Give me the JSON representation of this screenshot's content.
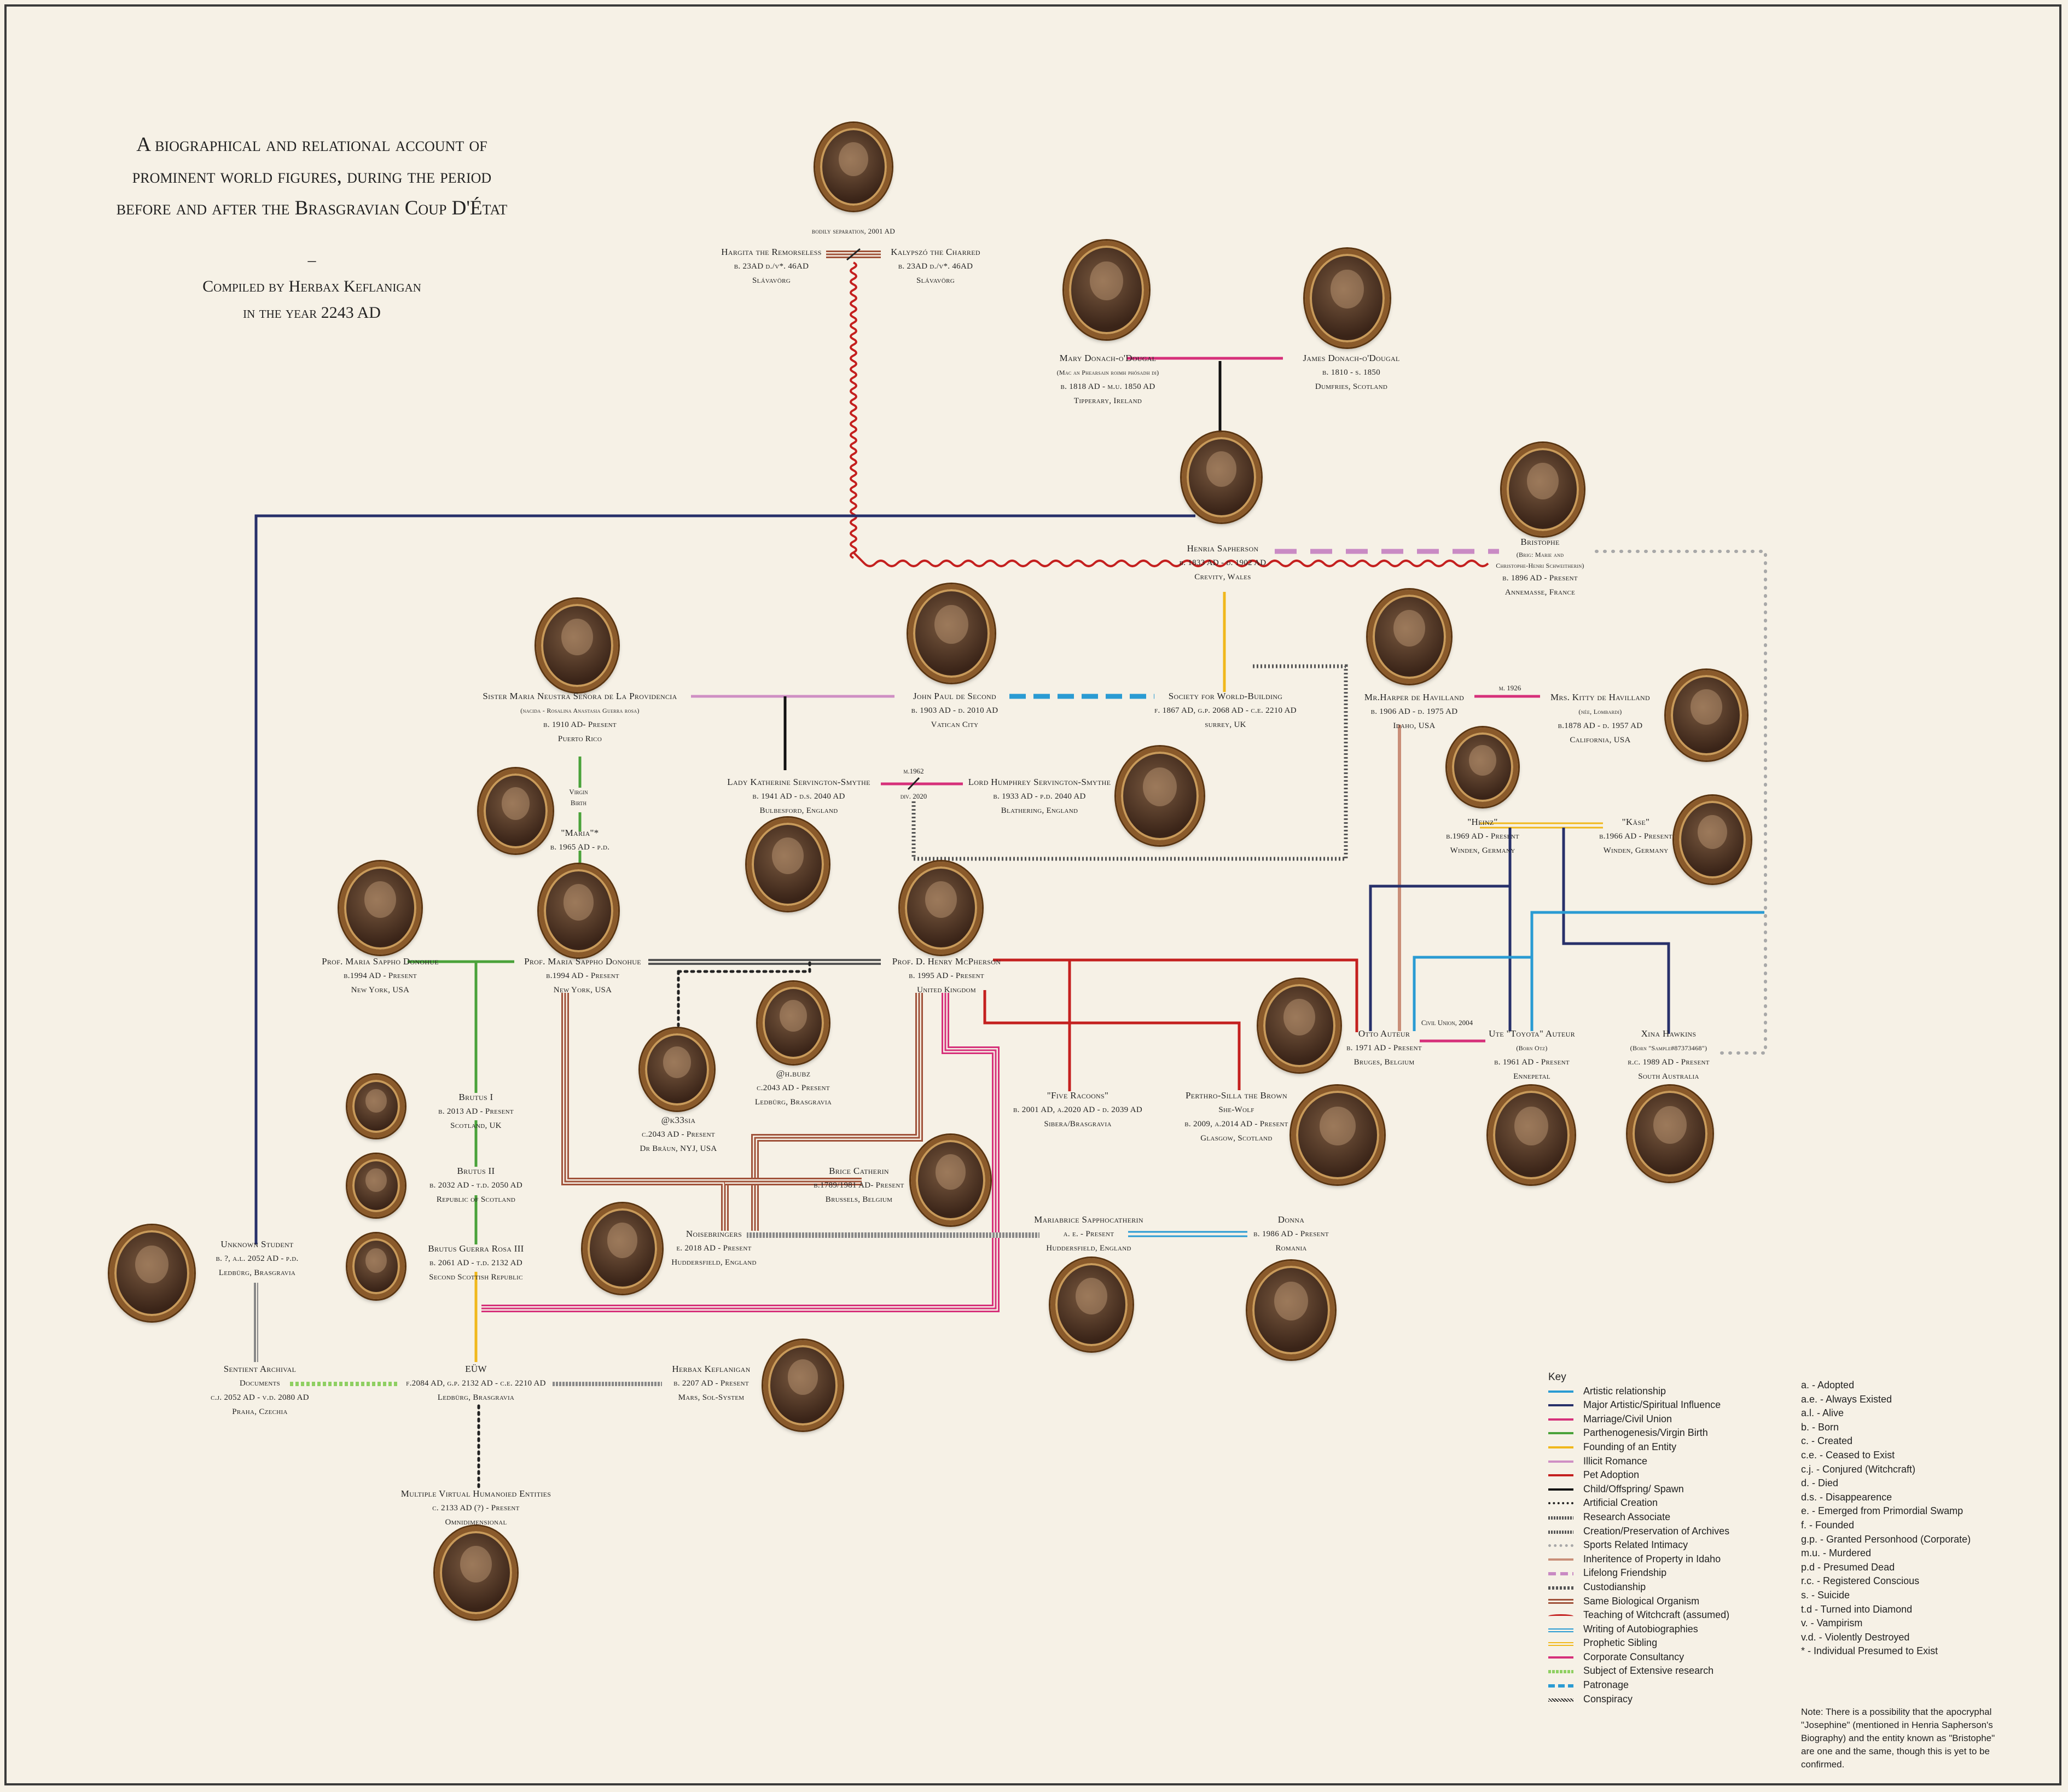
{
  "title": {
    "line1": "A biographical and relational account of",
    "line2": "prominent world figures, during the period",
    "line3": "before and after the Brasgravian Coup D'État",
    "dash": "–",
    "compiled1": "Compiled by Herbax Keflanigan",
    "compiled2": "in the year 2243 AD"
  },
  "people": {
    "hargita": {
      "name": "Hargita the Remorseless",
      "l1": "b. 23AD d./v*. 46AD",
      "l2": "Slávavörg"
    },
    "kalypszo": {
      "name": "Kalypszó the Charred",
      "l1": "b. 23AD d./v*. 46AD",
      "l2": "Slávavörg"
    },
    "bodily": {
      "name": "bodily separation, 2001 AD"
    },
    "mary": {
      "name": "Mary Donach-o'Dougal",
      "l1": "(Mac an Phearsain roimh phósadh di)",
      "l2": "b. 1818 AD - m.u. 1850 AD",
      "l3": "Tipperary, Ireland"
    },
    "james": {
      "name": "James Donach-o'Dougal",
      "l1": "b. 1810 - s. 1850",
      "l2": "Dumfries, Scotland"
    },
    "henria": {
      "name": "Henria Sapherson",
      "l1": "b. 1833 AD - d. 1902 AD",
      "l2": "Crevity, Wales"
    },
    "bristophe": {
      "name": "Bristophe",
      "l1": "(Brig: Marie and",
      "l2": "Christophe-Henri Schweitherin)",
      "l3": "b. 1896 AD - Present",
      "l4": "Annemasse, France"
    },
    "sister": {
      "name": "Sister Maria Neustra Señora de La Providencia",
      "l1": "(nacida - Rosalina Anastasia Guerra rosa)",
      "l2": "b. 1910 AD- Present",
      "l3": "Puerto Rico"
    },
    "jp2": {
      "name": "John Paul de Second",
      "l1": "b. 1903 AD - d. 2010 AD",
      "l2": "Vatican City"
    },
    "society": {
      "name": "Society for World-Building",
      "l1": "f. 1867 AD, g.p. 2068 AD - c.e. 2210 AD",
      "l2": "surrey, UK"
    },
    "harper": {
      "name": "Mr.Harper de Havilland",
      "l1": "b. 1906 AD - d. 1975 AD",
      "l2": "Idaho, USA"
    },
    "kitty": {
      "name": "Mrs. Kitty de Havilland",
      "l1": "(née, Lombardi)",
      "l2": "b.1878 AD - d. 1957 AD",
      "l3": "California, USA"
    },
    "katherine": {
      "name": "Lady Katherine Servington-Smythe",
      "l1": "b. 1941 AD - d.s. 2040 AD",
      "l2": "Bulbesford, England"
    },
    "humphrey": {
      "name": "Lord Humphrey Servington-Smythe",
      "l1": "b. 1933 AD - p.d. 2040 AD",
      "l2": "Blathering, England"
    },
    "maria": {
      "name": "\"Maria\"*",
      "l1": "b. 1965 AD - p.d."
    },
    "heinz": {
      "name": "\"Heinz\"",
      "l1": "b.1969 AD - Present",
      "l2": "Winden, Germany"
    },
    "kase": {
      "name": "\"Käse\"",
      "l1": "b.1966 AD - Present",
      "l2": "Winden, Germany"
    },
    "donohue1": {
      "name": "Prof. Maria Sappho Donohue",
      "l1": "b.1994 AD - Present",
      "l2": "New York, USA"
    },
    "donohue2": {
      "name": "Prof. Maria Sappho Donohue",
      "l1": "b.1994 AD - Present",
      "l2": "New York, USA"
    },
    "mcpherson": {
      "name": "Prof. D. Henry McPherson",
      "l1": "b. 1995 AD - Present",
      "l2": "United Kingdom"
    },
    "otto": {
      "name": "Otto Auteur",
      "l1": "b. 1971 AD - Present",
      "l2": "Bruges, Belgium"
    },
    "ute": {
      "name": "Ute \"Toyota\" Auteur",
      "l1": "(Born Otz)",
      "l2": "b. 1961 AD - Present",
      "l3": "Ennepetal"
    },
    "xina": {
      "name": "Xina Hawkins",
      "l1": "(Born \"Sample#87373468\")",
      "l2": "r.c. 1989 AD - Present",
      "l3": "South Australia"
    },
    "hbubz": {
      "name": "@h.bubz",
      "l1": "c.2043 AD - Present",
      "l2": "Ledbürg, Brasgravia"
    },
    "k33sia": {
      "name": "@k33sia",
      "l1": "c.2043 AD - Present",
      "l2": "Dr Bräun, NYJ, USA"
    },
    "raccoons": {
      "name": "\"Five Racoons\"",
      "l1": "b. 2001 AD, a.2020 AD - d. 2039 AD",
      "l2": "Sibera/Brasgravia"
    },
    "perthro": {
      "name": "Perthro-Silla the Brown",
      "l1": "She-Wolf",
      "l2": "b. 2009, a.2014 AD - Present",
      "l3": "Glasgow, Scotland"
    },
    "brutus1": {
      "name": "Brutus I",
      "l1": "b. 2013 AD - Present",
      "l2": "Scotland, UK"
    },
    "brutus2": {
      "name": "Brutus II",
      "l1": "b. 2032 AD - t.d. 2050 AD",
      "l2": "Republic of Scotland"
    },
    "brutus3": {
      "name": "Brutus Guerra Rosa III",
      "l1": "b. 2061 AD - t.d. 2132 AD",
      "l2": "Second Scottish Republic"
    },
    "brice": {
      "name": "Brice Catherin",
      "l1": "b.1789/1981 AD- Present",
      "l2": "Brussels, Belgium"
    },
    "noise": {
      "name": "Noisebringers",
      "l1": "e. 2018 AD - Present",
      "l2": "Huddersfield, England"
    },
    "mari": {
      "name": "Mariabrice Sapphocatherin",
      "l1": "a. e. - Present",
      "l2": "Huddersfield, England"
    },
    "donna": {
      "name": "Donna",
      "l1": "b. 1986 AD - Present",
      "l2": "Romania"
    },
    "student": {
      "name": "Unknown Student",
      "l1": "b. ?, a.l. 2052 AD - p.d.",
      "l2": "Ledbürg, Brasgravia"
    },
    "sentient": {
      "name": "Sentient Archival",
      "l1": "Documents",
      "l2": "c.j. 2052 AD - v.d. 2080 AD",
      "l3": "Praha, Czechia"
    },
    "euw": {
      "name": "EÜW",
      "l1": "f.2084 AD, g.p. 2132 AD - c.e. 2210 AD",
      "l2": "Ledbürg, Brasgravia"
    },
    "herbax": {
      "name": "Herbax Keflanigan",
      "l1": "b. 2207 AD - Present",
      "l2": "Mars, Sol-System"
    },
    "multiple": {
      "name": "Multiple Virtual Humanoied Entities",
      "l1": "c. 2133 AD (?) - Present",
      "l2": "Omnidimensional"
    }
  },
  "edge_labels": {
    "m1926": "m. 1926",
    "m1962": "m.1962",
    "div2020": "div. 2020",
    "civil": "Civil Union, 2004",
    "virgin1": "Virgin",
    "virgin2": "Birth"
  },
  "colors": {
    "artistic": "#2a9bd3",
    "major": "#27306a",
    "marriage": "#d6307a",
    "parthenogenesis": "#4aa23a",
    "founding": "#f0b81c",
    "illicit": "#cf8fc4",
    "pet": "#c4201f",
    "child": "#111111",
    "inheritance": "#c98e78",
    "lifelong": "#c98ac4",
    "teaching": "#c4201f",
    "writing": "#2a9bd3",
    "prophetic": "#f0b81c",
    "corporate": "#d6307a",
    "subject": "#8fcf62",
    "patronage": "#2a9bd3",
    "sports": "#a8a8a8",
    "research": "#555555",
    "archive": "#777777",
    "organism": "#a0523a"
  },
  "key": {
    "title": "Key",
    "items": [
      {
        "label": "Artistic relationship",
        "style": "artistic"
      },
      {
        "label": "Major Artistic/Spiritual Influence",
        "style": "major"
      },
      {
        "label": "Marriage/Civil Union",
        "style": "marriage"
      },
      {
        "label": "Parthenogenesis/Virgin Birth",
        "style": "parthenogenesis"
      },
      {
        "label": "Founding of an Entity",
        "style": "founding"
      },
      {
        "label": "Illicit Romance",
        "style": "illicit"
      },
      {
        "label": "Pet Adoption",
        "style": "pet"
      },
      {
        "label": "Child/Offspring/ Spawn",
        "style": "child"
      },
      {
        "label": "Artificial Creation",
        "style": "artificial"
      },
      {
        "label": "Research Associate",
        "style": "research"
      },
      {
        "label": "Creation/Preservation of Archives",
        "style": "archive"
      },
      {
        "label": "Sports Related Intimacy",
        "style": "sports"
      },
      {
        "label": "Inheritence of Property in Idaho",
        "style": "inheritance"
      },
      {
        "label": "Lifelong Friendship",
        "style": "lifelong"
      },
      {
        "label": "Custodianship",
        "style": "custodianship"
      },
      {
        "label": "Same Biological Organism",
        "style": "organism"
      },
      {
        "label": "Teaching of Witchcraft (assumed)",
        "style": "teaching"
      },
      {
        "label": "Writing of Autobiographies",
        "style": "writing"
      },
      {
        "label": "Prophetic Sibling",
        "style": "prophetic"
      },
      {
        "label": "Corporate Consultancy",
        "style": "corporate"
      },
      {
        "label": "Subject of Extensive research",
        "style": "subject"
      },
      {
        "label": "Patronage",
        "style": "patronage"
      },
      {
        "label": "Conspiracy",
        "style": "conspiracy"
      }
    ]
  },
  "abbreviations": [
    "a. - Adopted",
    "a.e. - Always Existed",
    "a.l. - Alive",
    "b. - Born",
    "c. - Created",
    "c.e. - Ceased to Exist",
    "c.j. - Conjured (Witchcraft)",
    "d. - Died",
    "d.s. - Disappearence",
    "e. - Emerged from Primordial Swamp",
    "f. - Founded",
    "g.p. - Granted Personhood (Corporate)",
    "m.u. - Murdered",
    "p.d - Presumed Dead",
    "r.c. - Registered Conscious",
    "s. - Suicide",
    "t.d - Turned into Diamond",
    "v. - Vampirism",
    "v.d. - Violently Destroyed",
    "* - Individual Presumed to Exist"
  ],
  "note": "Note: There is a possibility that the apocryphal \"Josephine\" (mentioned in Henria Sapherson's Biography) and the entity known as \"Bristophe\" are one and the same, though this is yet to be confirmed."
}
